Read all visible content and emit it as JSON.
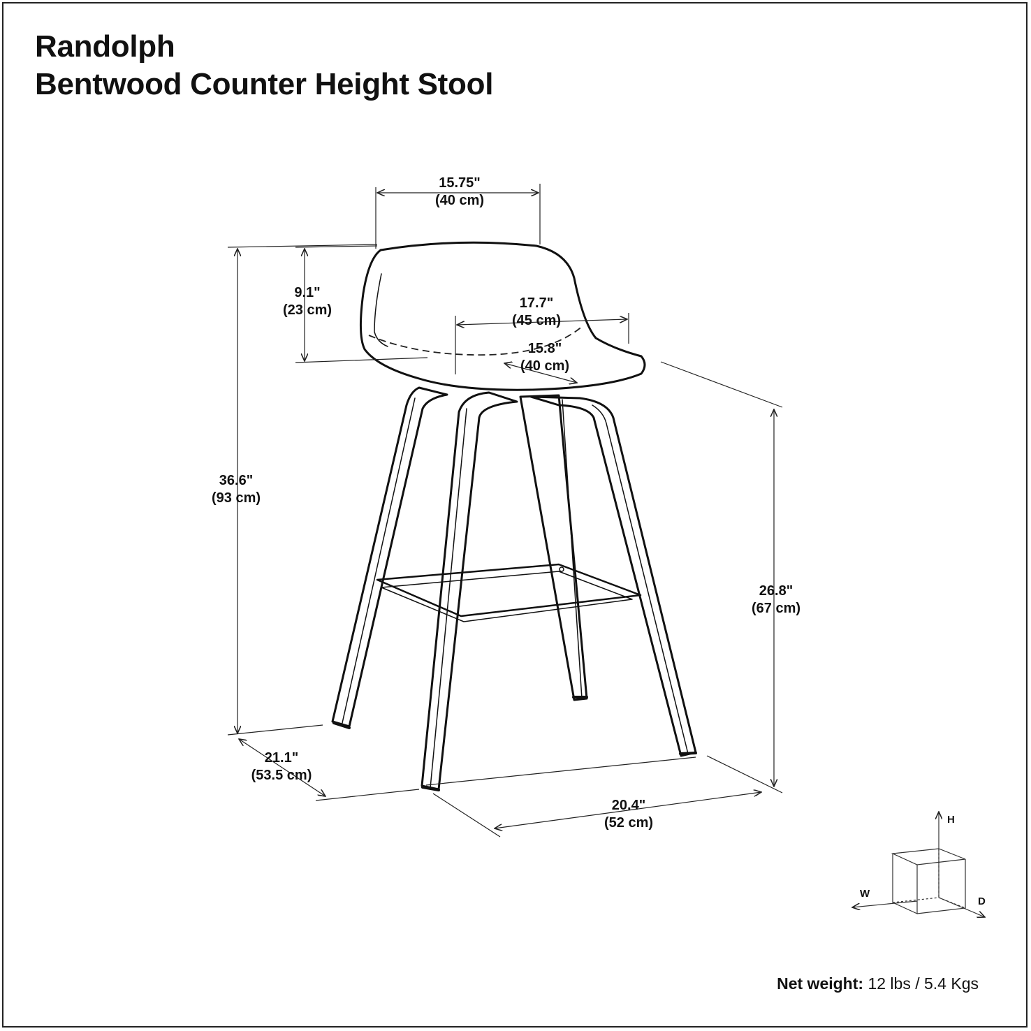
{
  "title": {
    "line1": "Randolph",
    "line2": "Bentwood Counter Height Stool"
  },
  "dimensions": {
    "backrest_width": {
      "imperial": "15.75\"",
      "metric": "(40 cm)"
    },
    "backrest_height": {
      "imperial": "9.1\"",
      "metric": "(23 cm)"
    },
    "seat_width": {
      "imperial": "17.7\"",
      "metric": "(45 cm)"
    },
    "seat_depth": {
      "imperial": "15.8\"",
      "metric": "(40 cm)"
    },
    "overall_height": {
      "imperial": "36.6\"",
      "metric": "(93 cm)"
    },
    "seat_height": {
      "imperial": "26.8\"",
      "metric": "(67 cm)"
    },
    "depth": {
      "imperial": "21.1\"",
      "metric": "(53.5 cm)"
    },
    "width": {
      "imperial": "20.4\"",
      "metric": "(52 cm)"
    }
  },
  "axis_legend": {
    "height": "H",
    "width": "W",
    "depth": "D"
  },
  "net_weight": {
    "label": "Net weight:",
    "value": " 12 lbs / 5.4 Kgs"
  }
}
